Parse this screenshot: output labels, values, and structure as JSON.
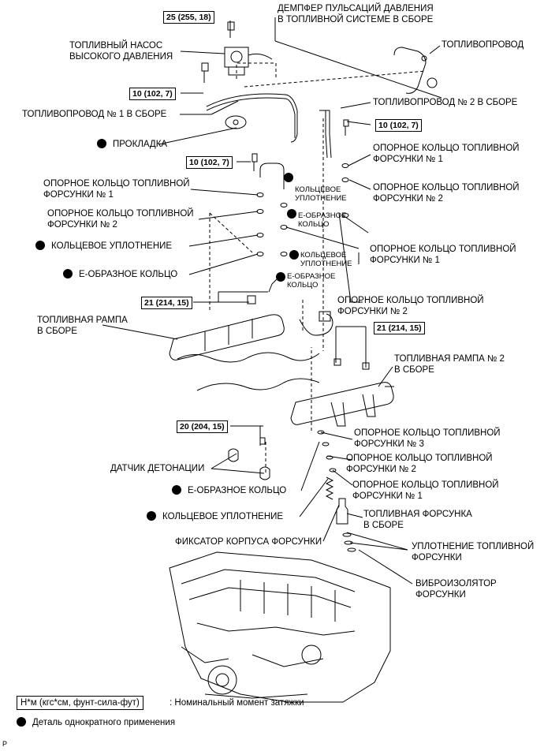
{
  "labels": {
    "damper_l1": "ДЕМПФЕР ПУЛЬСАЦИЙ ДАВЛЕНИЯ",
    "damper_l2": "В ТОПЛИВНОЙ СИСТЕМЕ В СБОРЕ",
    "fuel_line": "ТОПЛИВОПРОВОД",
    "hp_pump_l1": "ТОПЛИВНЫЙ НАСОС",
    "hp_pump_l2": "ВЫСОКОГО ДАВЛЕНИЯ",
    "fuel_pipe2": "ТОПЛИВОПРОВОД № 2 В СБОРЕ",
    "fuel_pipe1": "ТОПЛИВОПРОВОД № 1 В СБОРЕ",
    "gasket": "ПРОКЛАДКА",
    "support_ring_injector": "ОПОРНОЕ КОЛЬЦО ТОПЛИВНОЙ",
    "injector_no1": "ФОРСУНКИ № 1",
    "injector_no2": "ФОРСУНКИ № 2",
    "injector_no3": "ФОРСУНКИ № 3",
    "o_ring_caps": "КОЛЬЦЕВОЕ УПЛОТНЕНИЕ",
    "e_ring_caps": "Е-ОБРАЗНОЕ КОЛЬЦО",
    "o_ring_small_l1": "КОЛЬЦЕВОЕ",
    "o_ring_small_l2": "УПЛОТНЕНИЕ",
    "e_ring_small_l1": "Е-ОБРАЗНОЕ",
    "e_ring_small_l2": "КОЛЬЦО",
    "rail_l1": "ТОПЛИВНАЯ РАМПА",
    "rail_l2": "В СБОРЕ",
    "rail2_l1": "ТОПЛИВНАЯ РАМПА № 2",
    "rail2_l2": "В СБОРЕ",
    "knock_sensor": "ДАТЧИК ДЕТОНАЦИИ",
    "injector_assy_l1": "ТОПЛИВНАЯ ФОРСУНКА",
    "injector_assy_l2": "В СБОРЕ",
    "injector_retainer": "ФИКСАТОР КОРПУСА ФОРСУНКИ",
    "injector_seal_l1": "УПЛОТНЕНИЕ ТОПЛИВНОЙ",
    "injector_seal_l2": "ФОРСУНКИ",
    "vibro_l1": "ВИБРОИЗОЛЯТОР",
    "vibro_l2": "ФОРСУНКИ"
  },
  "torque": {
    "t25": "25 (255, 18)",
    "t10a": "10 (102, 7)",
    "t10b": "10 (102, 7)",
    "t10c": "10 (102, 7)",
    "t21a": "21 (214, 15)",
    "t21b": "21 (214, 15)",
    "t20": "20 (204, 15)"
  },
  "legend": {
    "torque_unit": "Н*м (кгс*см, фунт-сила-фут)",
    "torque_desc": ": Номинальный момент затяжки",
    "single_use": "Деталь однократного применения"
  },
  "corner_mark": "P"
}
